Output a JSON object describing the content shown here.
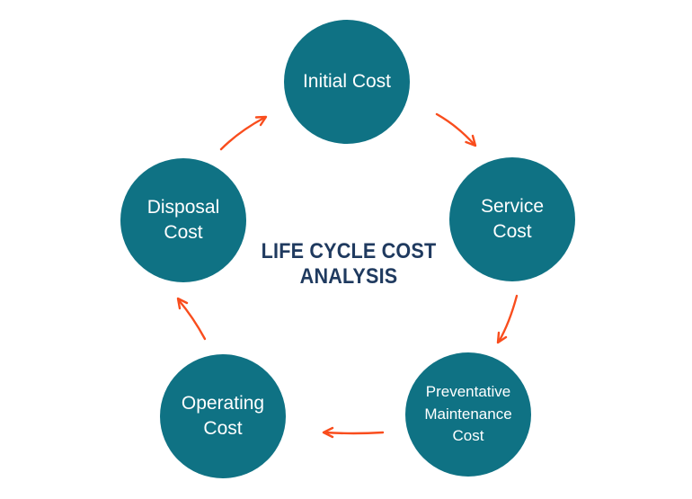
{
  "title": {
    "line1": "LIFE CYCLE COST",
    "line2": "ANALYSIS",
    "full_text": "LIFE CYCLE COST ANALYSIS",
    "color": "#1f3a5f"
  },
  "diagram": {
    "type": "cycle",
    "node_color": "#0f7284",
    "node_text_color": "#ffffff",
    "arrow_color": "#f94d1d",
    "nodes": [
      {
        "id": "initial-cost",
        "label": "Initial Cost"
      },
      {
        "id": "service-cost",
        "label": "Service Cost"
      },
      {
        "id": "preventative-maintenance-cost",
        "label": "Preventative Maintenance Cost"
      },
      {
        "id": "operating-cost",
        "label": "Operating Cost"
      },
      {
        "id": "disposal-cost",
        "label": "Disposal Cost"
      }
    ],
    "flow": [
      "Initial Cost → Service Cost",
      "Service Cost → Preventative Maintenance Cost",
      "Preventative Maintenance Cost → Operating Cost",
      "Operating Cost → Disposal Cost",
      "Disposal Cost → Initial Cost"
    ]
  }
}
